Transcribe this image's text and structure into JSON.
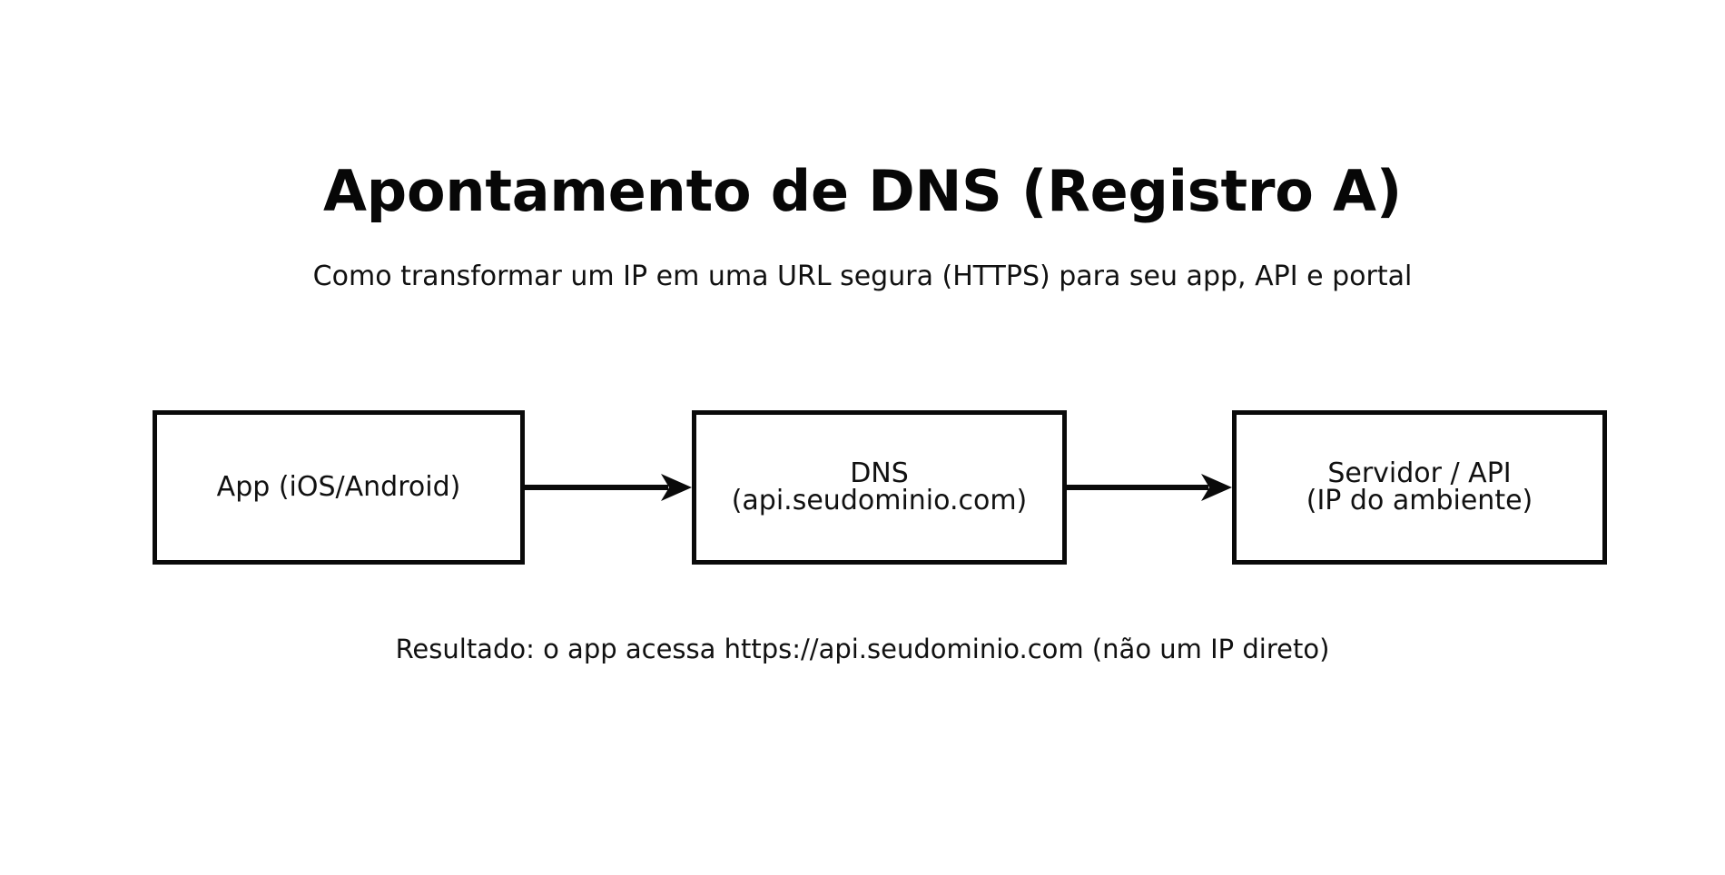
{
  "page": {
    "background_color": "#ffffff",
    "ink_color": "#0d0d0d"
  },
  "header": {
    "title": "Apontamento de DNS (Registro A)",
    "subtitle": "Como transformar um IP em uma URL segura (HTTPS) para seu app, API e portal"
  },
  "diagram": {
    "type": "flowchart",
    "orientation": "left-to-right",
    "nodes": [
      {
        "id": "app",
        "label": "App (iOS/Android)",
        "shape": "rectangle",
        "fill": "#ffffff",
        "stroke": "#0a0a0a"
      },
      {
        "id": "dns",
        "label": "DNS\n(api.seudominio.com)",
        "shape": "rectangle",
        "fill": "#ffffff",
        "stroke": "#0a0a0a"
      },
      {
        "id": "server",
        "label": "Servidor / API\n(IP do ambiente)",
        "shape": "rectangle",
        "fill": "#ffffff",
        "stroke": "#0a0a0a"
      }
    ],
    "edges": [
      {
        "id": "app-to-dns",
        "from": "app",
        "to": "dns",
        "label": "",
        "arrowhead": "solid-triangle"
      },
      {
        "id": "dns-to-server",
        "from": "dns",
        "to": "server",
        "label": "",
        "arrowhead": "solid-triangle"
      }
    ]
  },
  "footer": {
    "caption": "Resultado: o app acessa https://api.seudominio.com (não um IP direto)"
  }
}
